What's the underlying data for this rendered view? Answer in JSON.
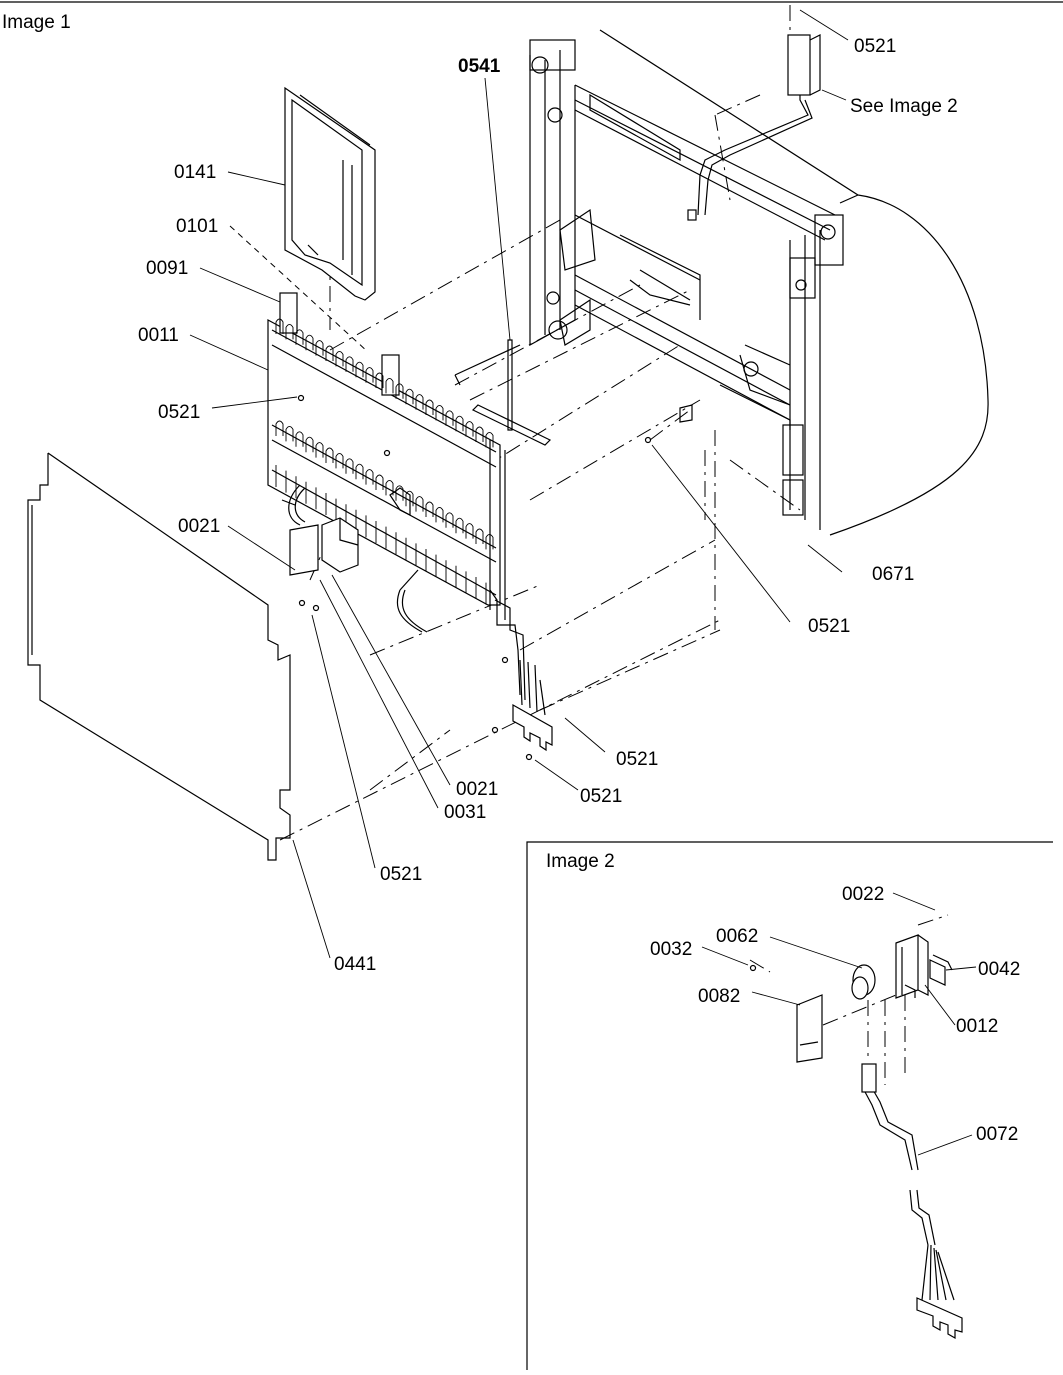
{
  "image1": {
    "title": "Image 1",
    "labels": {
      "p0521_top": "0521",
      "see_image2": "See Image 2",
      "p0541": "0541",
      "p0141": "0141",
      "p0101": "0101",
      "p0091": "0091",
      "p0011": "0011",
      "p0521_evap": "0521",
      "p0021_left": "0021",
      "p0671": "0671",
      "p0521_right": "0521",
      "p0521_harness1": "0521",
      "p0021_right": "0021",
      "p0521_harness2": "0521",
      "p0031": "0031",
      "p0521_bottom": "0521",
      "p0441": "0441"
    }
  },
  "image2": {
    "title": "Image 2",
    "labels": {
      "p0022": "0022",
      "p0062": "0062",
      "p0032": "0032",
      "p0042": "0042",
      "p0082": "0082",
      "p0012": "0012",
      "p0072": "0072"
    }
  }
}
